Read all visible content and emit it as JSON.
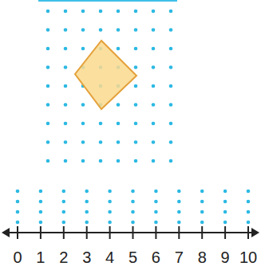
{
  "diagram": {
    "labels": [
      "0",
      "1",
      "2",
      "3",
      "4",
      "5",
      "6",
      "7",
      "8",
      "9",
      "10"
    ]
  }
}
